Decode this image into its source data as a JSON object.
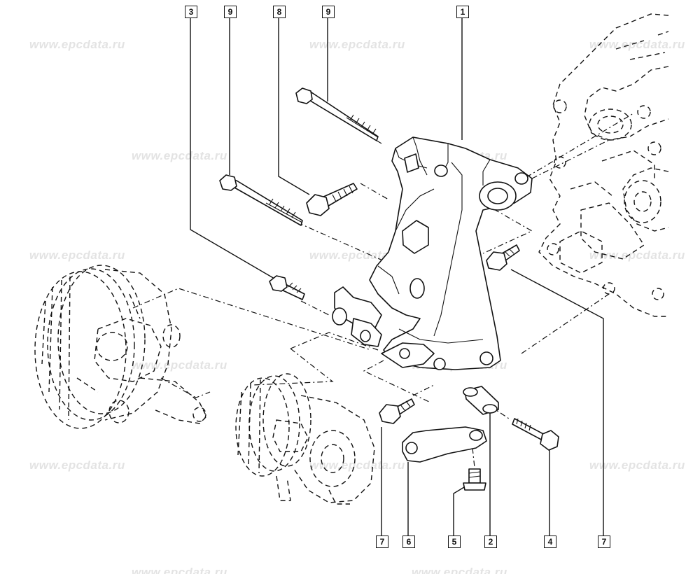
{
  "watermark": {
    "text": "www.epcdata.ru"
  },
  "callouts": {
    "top": [
      "3",
      "9",
      "8",
      "9",
      "1"
    ],
    "bottom": [
      "7",
      "6",
      "5",
      "2",
      "4",
      "7"
    ]
  },
  "colors": {
    "ink": "#111111",
    "watermark": "#e3e3e3",
    "background": "#ffffff"
  }
}
